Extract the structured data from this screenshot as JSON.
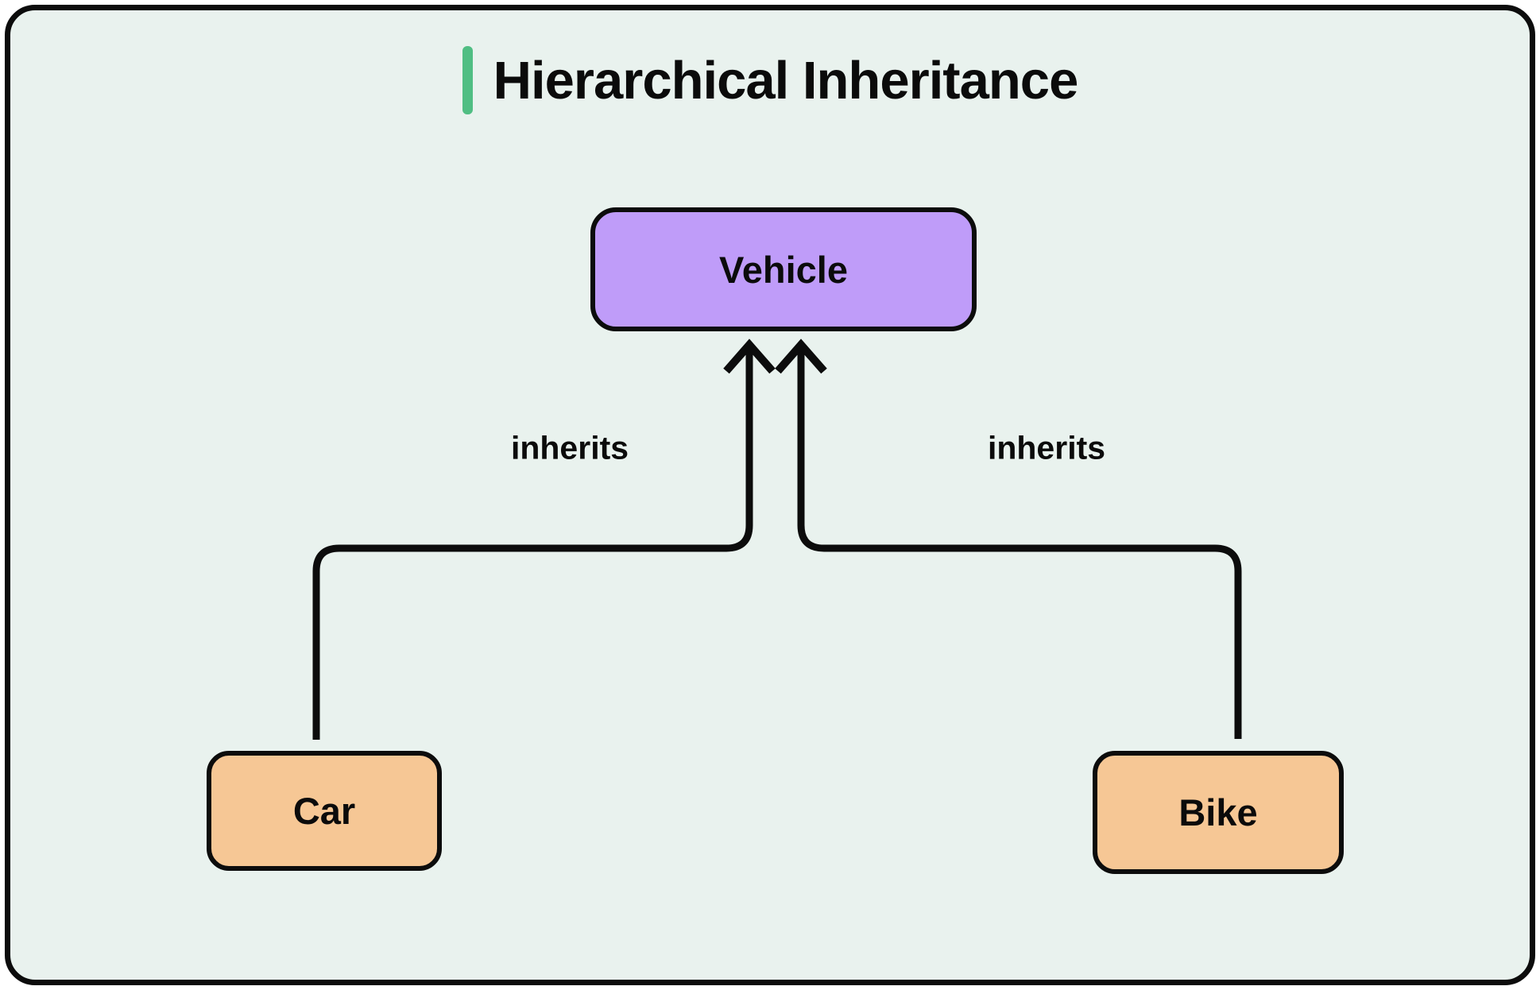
{
  "title": {
    "text": "Hierarchical Inheritance"
  },
  "colors": {
    "page_bg": "#ffffff",
    "canvas_bg": "#e9f2ee",
    "outline": "#0c0c0c",
    "accent_green": "#50be83",
    "parent_fill": "#bf9cf9",
    "child_fill": "#f6c795",
    "text": "#0b0b0b"
  },
  "diagram": {
    "parent_node": {
      "label": "Vehicle"
    },
    "child_nodes": [
      {
        "label": "Car"
      },
      {
        "label": "Bike"
      }
    ],
    "edges": [
      {
        "from": "Car",
        "to": "Vehicle",
        "label": "inherits"
      },
      {
        "from": "Bike",
        "to": "Vehicle",
        "label": "inherits"
      }
    ]
  }
}
